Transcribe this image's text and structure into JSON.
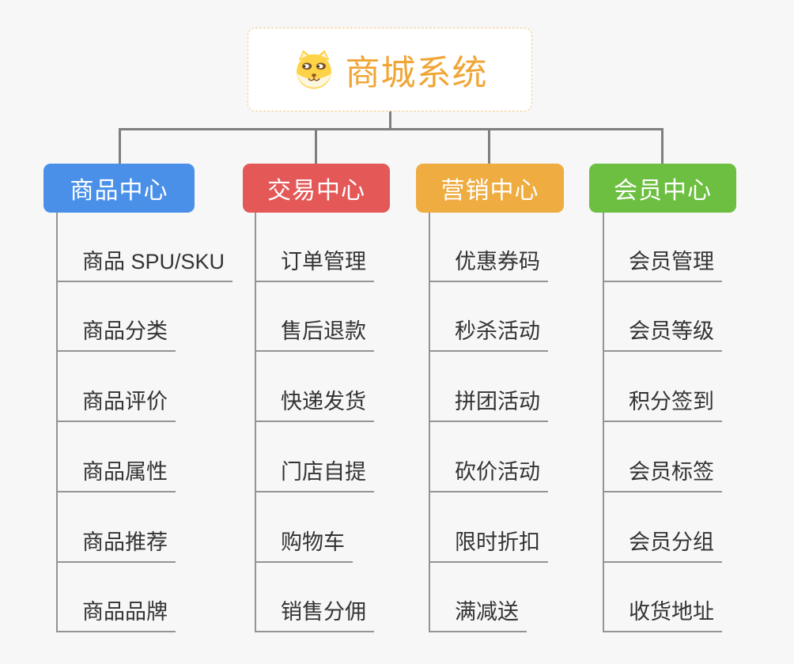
{
  "root": {
    "label": "商城系统",
    "icon": "dog-face-icon",
    "accent_color": "#f0a636",
    "border_color": "#f5cc88"
  },
  "connector_color": "#7f7f7f",
  "branches": [
    {
      "title": "商品中心",
      "color": "#4a90e8",
      "items": [
        "商品 SPU/SKU",
        "商品分类",
        "商品评价",
        "商品属性",
        "商品推荐",
        "商品品牌"
      ]
    },
    {
      "title": "交易中心",
      "color": "#e45858",
      "items": [
        "订单管理",
        "售后退款",
        "快递发货",
        "门店自提",
        "购物车",
        "销售分佣"
      ]
    },
    {
      "title": "营销中心",
      "color": "#eeac41",
      "items": [
        "优惠券码",
        "秒杀活动",
        "拼团活动",
        "砍价活动",
        "限时折扣",
        "满减送"
      ]
    },
    {
      "title": "会员中心",
      "color": "#6cbf40",
      "items": [
        "会员管理",
        "会员等级",
        "积分签到",
        "会员标签",
        "会员分组",
        "收货地址"
      ]
    }
  ]
}
